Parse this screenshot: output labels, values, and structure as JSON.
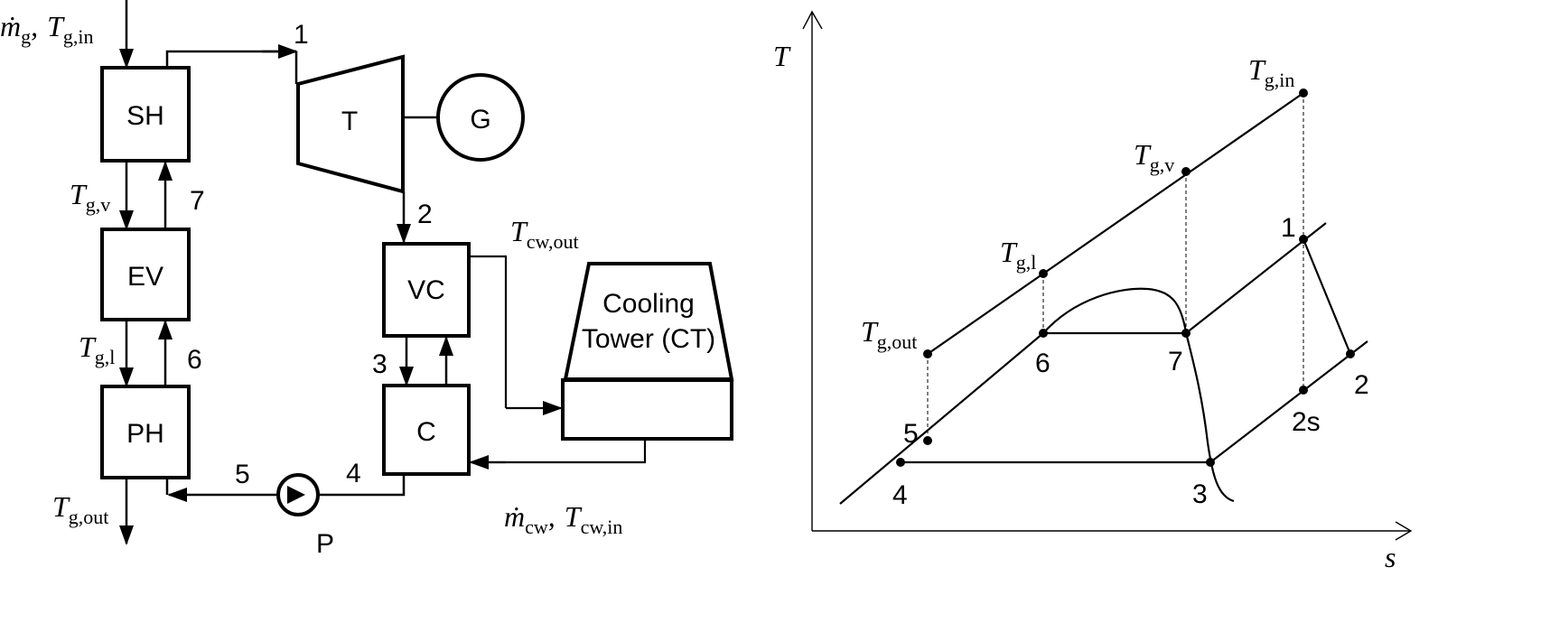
{
  "components": {
    "sh": "SH",
    "ev": "EV",
    "ph": "PH",
    "turbine": "T",
    "generator": "G",
    "vc": "VC",
    "c": "C",
    "cooling_tower_line1": "Cooling",
    "cooling_tower_line2": "Tower (CT)",
    "pump": "P"
  },
  "state_numbers": {
    "s1": "1",
    "s2": "2",
    "s3": "3",
    "s4": "4",
    "s5": "5",
    "s6": "6",
    "s7": "7"
  },
  "stream_labels": {
    "gas_inlet": {
      "m": "ṁ",
      "m_sub": "g",
      "sep": ",",
      "t": "T",
      "t_sub": "g,in"
    },
    "t_gv": {
      "t": "T",
      "t_sub": "g,v"
    },
    "t_gl": {
      "t": "T",
      "t_sub": "g,l"
    },
    "t_gout": {
      "t": "T",
      "t_sub": "g,out"
    },
    "t_cwout": {
      "t": "T",
      "t_sub": "cw,out"
    },
    "cw_inlet": {
      "m": "ṁ",
      "m_sub": "cw",
      "sep": ",",
      "t": "T",
      "t_sub": "cw,in"
    }
  },
  "ts_diagram": {
    "axis_t": "T",
    "axis_s": "s",
    "point_labels": {
      "tgin": {
        "t": "T",
        "t_sub": "g,in"
      },
      "tgv": {
        "t": "T",
        "t_sub": "g,v"
      },
      "tgl": {
        "t": "T",
        "t_sub": "g,l"
      },
      "tgout": {
        "t": "T",
        "t_sub": "g,out"
      },
      "p1": "1",
      "p2": "2",
      "p2s": "2s",
      "p3": "3",
      "p4": "4",
      "p5": "5",
      "p6": "6",
      "p7": "7"
    }
  }
}
